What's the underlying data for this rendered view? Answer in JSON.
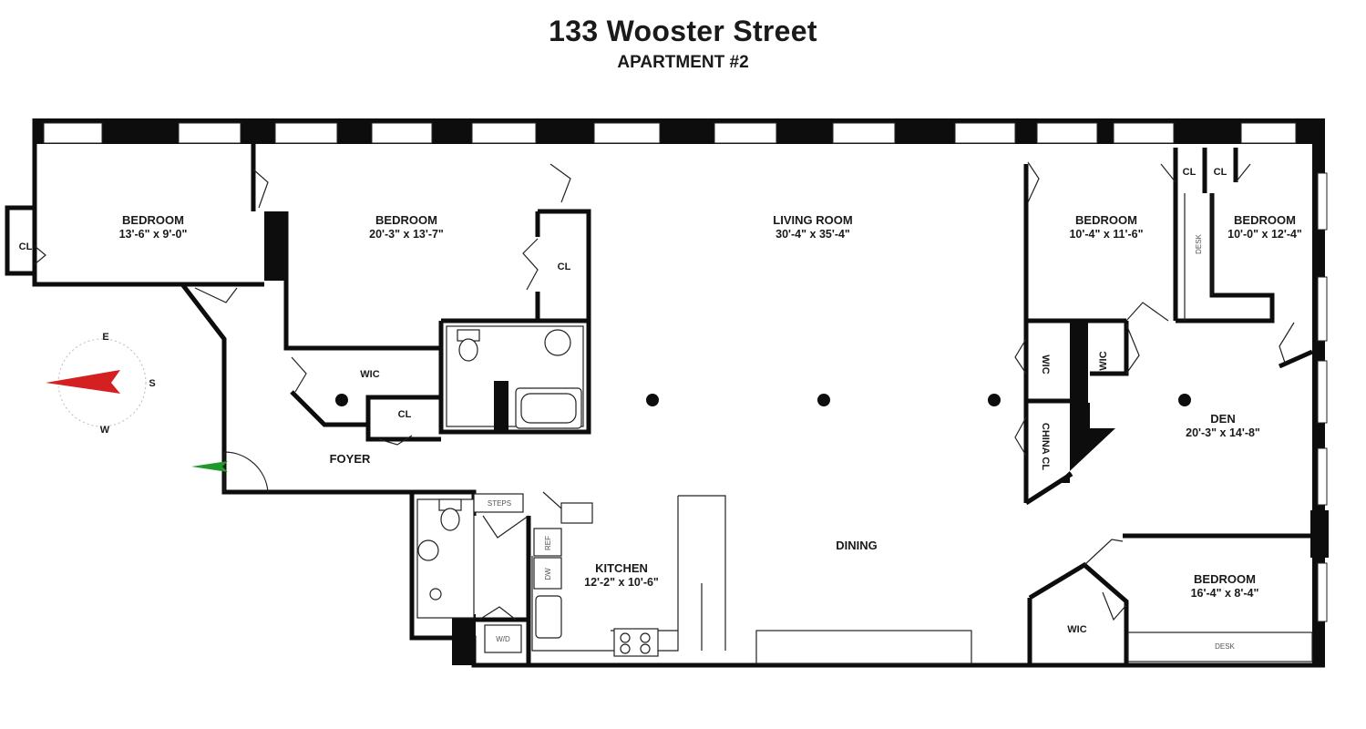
{
  "title": "133 Wooster Street",
  "subtitle": "APARTMENT #2",
  "rooms": {
    "bedroom1": {
      "name": "BEDROOM",
      "dim": "13'-6\" x 9'-0\""
    },
    "bedroom2": {
      "name": "BEDROOM",
      "dim": "20'-3\" x 13'-7\""
    },
    "living": {
      "name": "LIVING ROOM",
      "dim": "30'-4\" x 35'-4\""
    },
    "bedroom3": {
      "name": "BEDROOM",
      "dim": "10'-4\" x 11'-6\""
    },
    "bedroom4": {
      "name": "BEDROOM",
      "dim": "10'-0\" x 12'-4\""
    },
    "den": {
      "name": "DEN",
      "dim": "20'-3\" x 14'-8\""
    },
    "kitchen": {
      "name": "KITCHEN",
      "dim": "12'-2\" x 10'-6\""
    },
    "dining": {
      "name": "DINING"
    },
    "bedroom5": {
      "name": "BEDROOM",
      "dim": "16'-4\" x 8'-4\""
    },
    "foyer": {
      "name": "FOYER"
    }
  },
  "closets": {
    "cl": "CL",
    "wic": "WIC",
    "china_cl": "CHINA CL"
  },
  "fixtures": {
    "desk": "DESK",
    "steps": "STEPS",
    "ref": "REF",
    "dw": "DW",
    "wd": "W/D"
  },
  "compass": {
    "e": "E",
    "s": "S",
    "w": "W"
  },
  "colors": {
    "compass_needle": "#d42020",
    "entry_arrow": "#1f9a2a",
    "wall": "#0d0d0d"
  }
}
